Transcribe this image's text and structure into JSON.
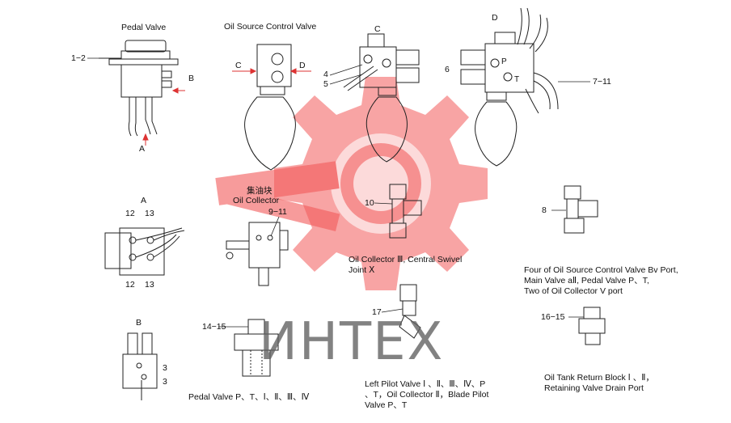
{
  "watermark": {
    "text": "ИНТЕХ",
    "gear_color": "#f25a5a"
  },
  "titles": {
    "pedal_valve": "Pedal Valve",
    "oil_source_control_valve": "Oil Source Control Valve",
    "oil_collector_cn": "集油块",
    "oil_collector_en": "Oil Collector",
    "view_a": "A",
    "view_b": "B",
    "view_c": "C",
    "view_d": "D"
  },
  "arrows": {
    "a": "A",
    "b": "B",
    "c": "C",
    "d": "D"
  },
  "callouts": {
    "c1_2": "1−2",
    "c4": "4",
    "c5": "5",
    "c6": "6",
    "c7_11": "7−11",
    "c9_11": "9−11",
    "c10": "10",
    "c8": "8",
    "c12_top": "12",
    "c13_top": "13",
    "c12_bot": "12",
    "c13_bot": "13",
    "c3_top": "3",
    "c3_bot": "3",
    "c14_15": "14−15",
    "c17": "17",
    "c16_15": "16−15"
  },
  "captions": {
    "collector_swivel_1": "Oil Collector Ⅲ, Central Swivel",
    "collector_swivel_2": "Joint Ⅹ",
    "four_ports_1": "Four of Oil Source Control Valve Bv Port,",
    "four_ports_2": "Main Valve aⅡ, Pedal Valve P、T,",
    "four_ports_3": "Two of Oil Collector V port",
    "pedal_ports": "Pedal Valve P、T、Ⅰ、Ⅱ、Ⅲ、Ⅳ",
    "left_pilot_1": "Left  Pilot Valve  Ⅰ 、Ⅱ、Ⅲ、Ⅳ、P",
    "left_pilot_2": "、T，Oil Collector Ⅱ，Blade Pilot",
    "left_pilot_3": "Valve  P、T",
    "tank_return_1": "Oil Tank Return Block Ⅰ 、Ⅱ，",
    "tank_return_2": "Retaining Valve Drain Port"
  },
  "port_marks": {
    "p": "P",
    "t": "T"
  }
}
